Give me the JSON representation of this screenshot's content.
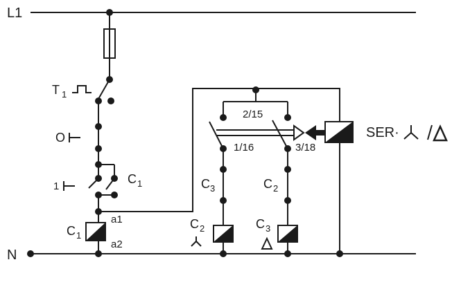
{
  "rails": {
    "line": "L1",
    "neutral": "N"
  },
  "left_branch": {
    "timer": {
      "letter": "T",
      "sub": "1"
    },
    "stop": {
      "label": "O"
    },
    "start": {
      "label": "1"
    },
    "hold_contact": {
      "letter": "C",
      "sub": "1"
    },
    "coil": {
      "letter": "C",
      "sub": "1",
      "top_terminal": "a1",
      "bottom_terminal": "a2"
    }
  },
  "timer_relay": {
    "terminals": {
      "common": "2/15",
      "left": "1/16",
      "right": "3/18"
    },
    "label": "SER·"
  },
  "star_branch": {
    "interlock": {
      "letter": "C",
      "sub": "3"
    },
    "coil": {
      "letter": "C",
      "sub": "2"
    }
  },
  "delta_branch": {
    "interlock": {
      "letter": "C",
      "sub": "2"
    },
    "coil": {
      "letter": "C",
      "sub": "3"
    }
  }
}
